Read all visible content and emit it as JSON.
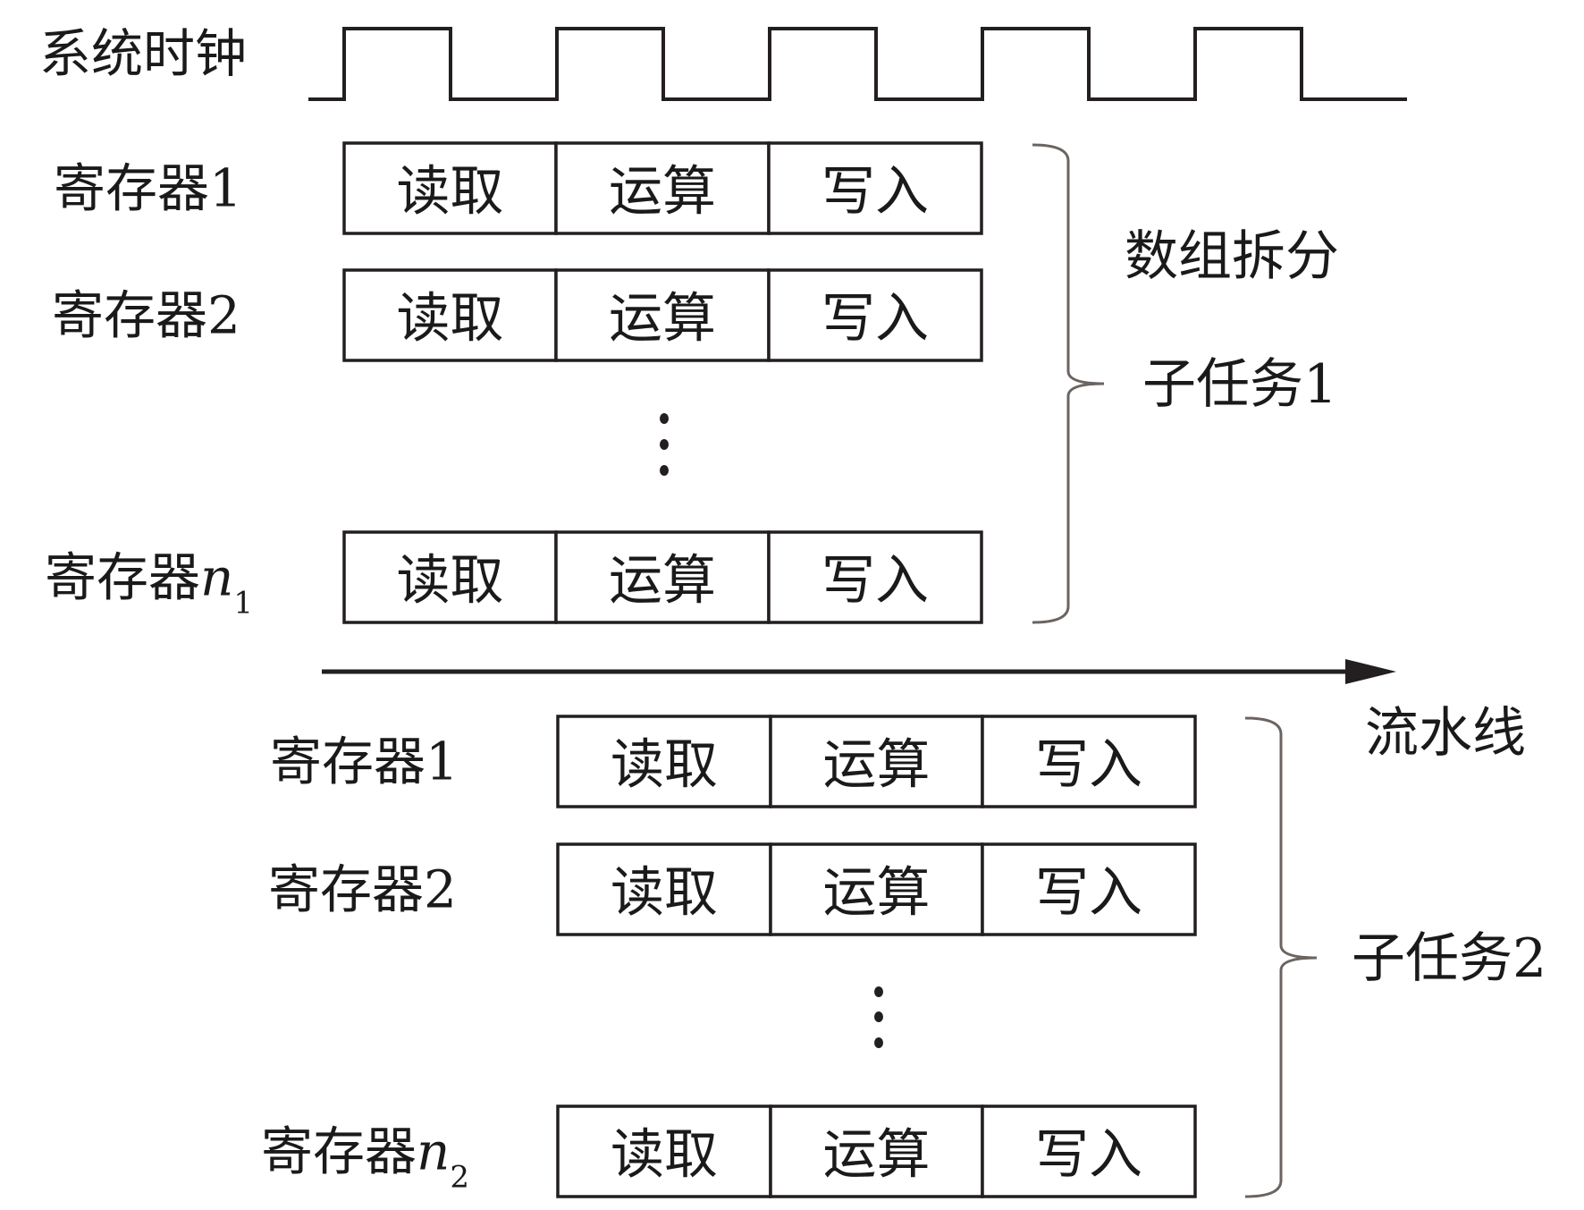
{
  "clock": {
    "label": "系统时钟",
    "cycles": 5
  },
  "stages": [
    "读取",
    "运算",
    "写入"
  ],
  "subtasks": [
    {
      "label": "子任务1",
      "registers": [
        {
          "name": "寄存器1",
          "index": "",
          "sub": ""
        },
        {
          "name": "寄存器2",
          "index": "",
          "sub": ""
        },
        {
          "name": "寄存器",
          "index": "n",
          "sub": "1"
        }
      ],
      "ellipsis": "⋮"
    },
    {
      "label": "子任务2",
      "registers": [
        {
          "name": "寄存器1",
          "index": "",
          "sub": ""
        },
        {
          "name": "寄存器2",
          "index": "",
          "sub": ""
        },
        {
          "name": "寄存器",
          "index": "n",
          "sub": "2"
        }
      ],
      "ellipsis": "⋮"
    }
  ],
  "annotations": {
    "array_split": "数组拆分",
    "pipeline": "流水线"
  },
  "colors": {
    "line": "#231f20",
    "brace": "#6b6461",
    "text": "#1a1a1a"
  }
}
